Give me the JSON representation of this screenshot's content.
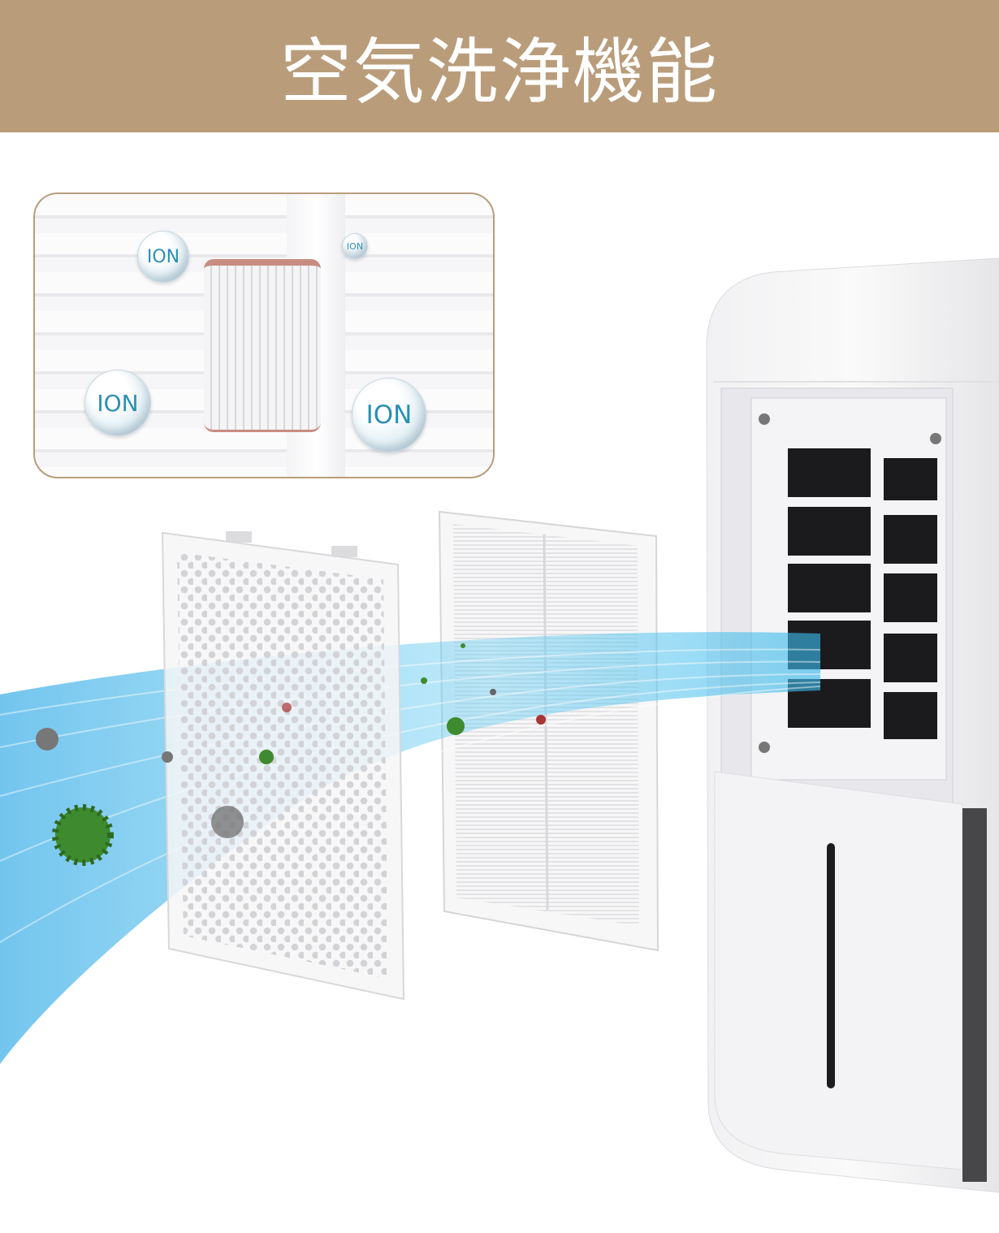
{
  "header": {
    "title": "空気洗浄機能",
    "background": "#B99D7B"
  },
  "inset": {
    "ion_labels": [
      "ION",
      "ION",
      "ION",
      "ION"
    ],
    "ion_color": "#2B8FB4"
  },
  "colors": {
    "airflow": "#3CB6E8",
    "virus": "#3E8A2E",
    "particle": "#777777"
  }
}
